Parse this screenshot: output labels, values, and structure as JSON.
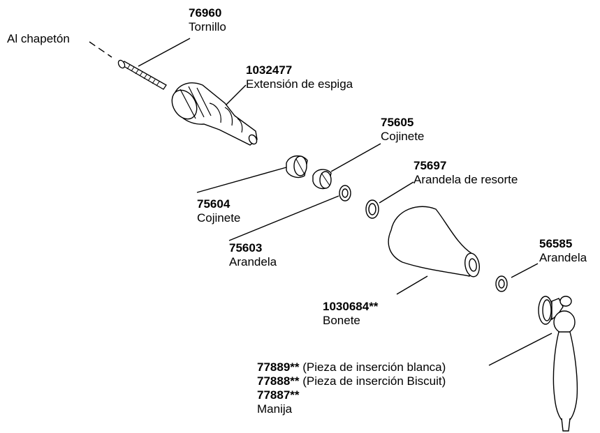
{
  "callouts": {
    "screw_label": "Al chapetón",
    "screw": {
      "number": "76960",
      "name": "Tornillo"
    },
    "stem_extension": {
      "number": "1032477",
      "name": "Extensión de espiga"
    },
    "bearing_upper": {
      "number": "75605",
      "name": "Cojinete"
    },
    "spring_washer": {
      "number": "75697",
      "name": "Arandela de resorte"
    },
    "bearing_lower": {
      "number": "75604",
      "name": "Cojinete"
    },
    "washer_small": {
      "number": "75603",
      "name": "Arandela"
    },
    "washer_right": {
      "number": "56585",
      "name": "Arandela"
    },
    "bonnet": {
      "number": "1030684",
      "stars": "**",
      "name": "Bonete"
    },
    "handle": {
      "line1_number": "77889",
      "line1_stars": "**",
      "line1_desc": " (Pieza de inserción blanca)",
      "line2_number": "77888",
      "line2_stars": "**",
      "line2_desc": " (Pieza de inserción Biscuit)",
      "line3_number": "77887",
      "line3_stars": "**",
      "name": "Manija"
    }
  }
}
